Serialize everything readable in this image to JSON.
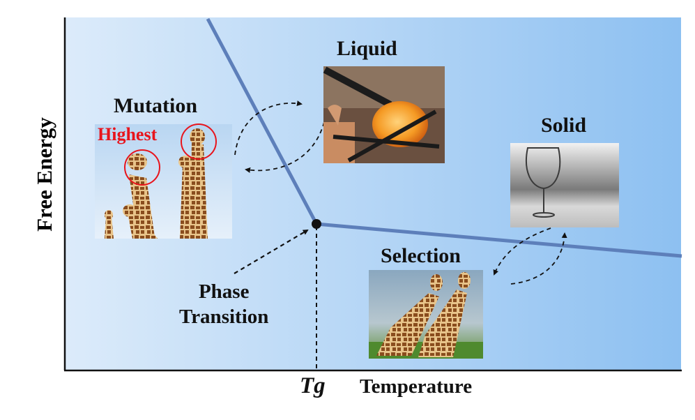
{
  "axes": {
    "y_label": "Free Energy",
    "x_label": "Temperature",
    "tg_label": "Tg"
  },
  "labels": {
    "liquid": "Liquid",
    "solid": "Solid",
    "mutation": "Mutation",
    "highest": "Highest",
    "selection": "Selection",
    "phase_line1": "Phase",
    "phase_line2": "Transition"
  },
  "colors": {
    "panel_left": "#dcebfa",
    "panel_right": "#8dc0f1",
    "curve": "#5d7fba",
    "highlight": "#e8141c",
    "axis": "#111111"
  },
  "icons": {
    "liquid_photo": "molten-glass-photo-icon",
    "solid_photo": "wine-glass-photo-icon",
    "mutation_photo": "giraffe-group-photo-icon",
    "selection_photo": "giraffe-pair-photo-icon"
  }
}
